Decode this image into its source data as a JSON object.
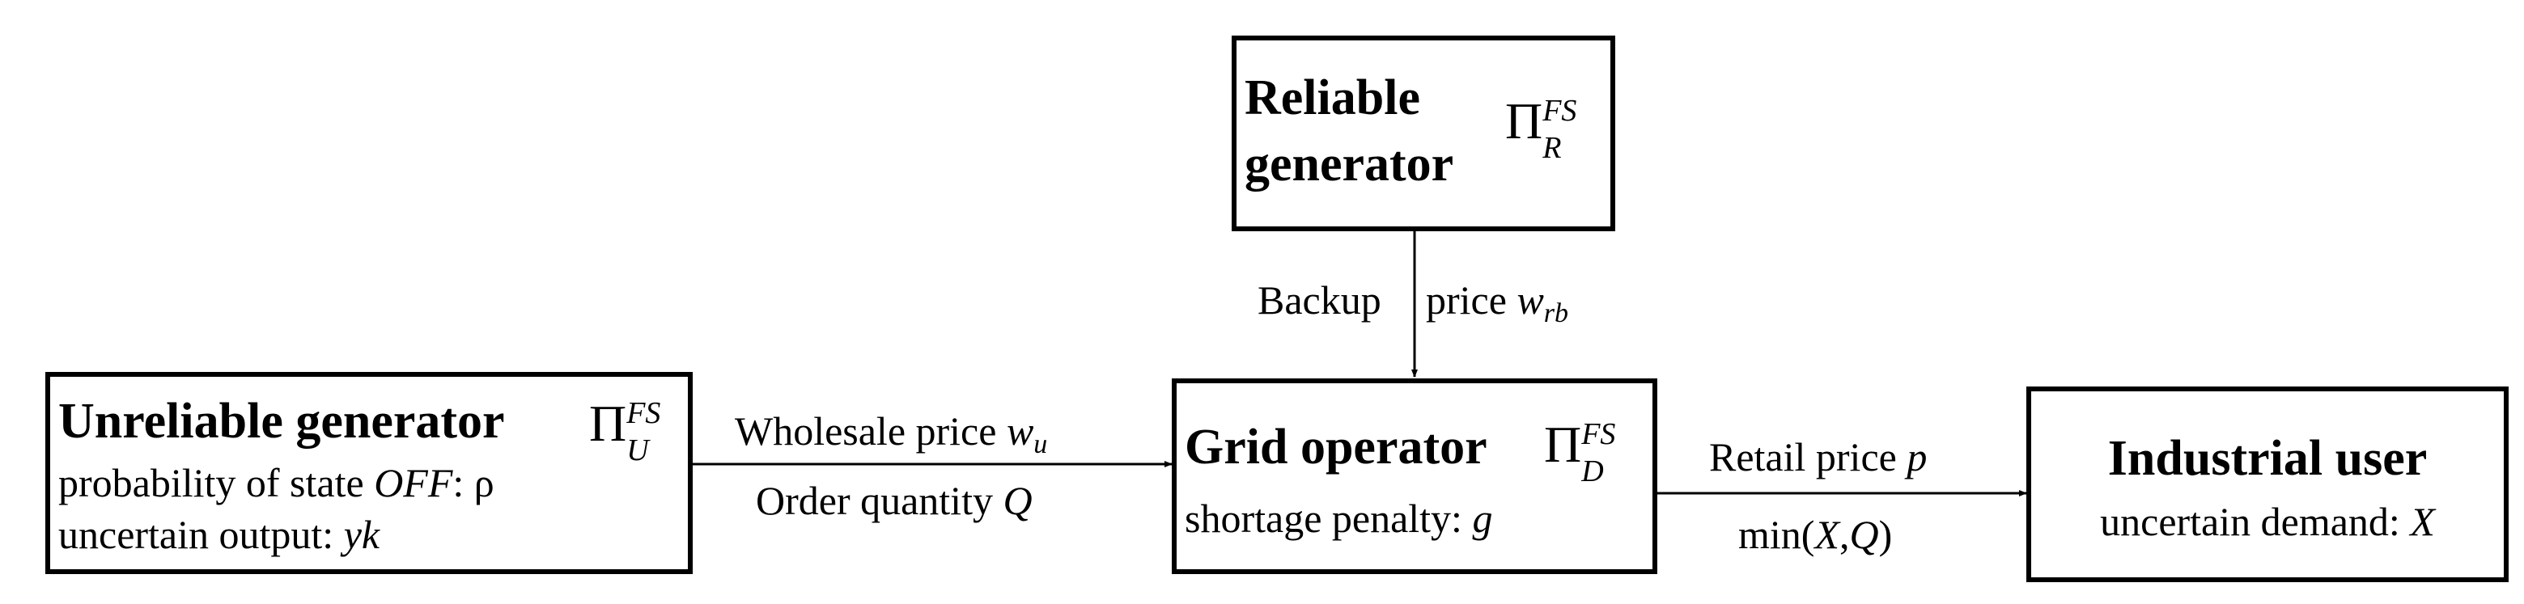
{
  "nodes": {
    "reliable_generator": {
      "title_line1": "Reliable",
      "title_line2": "generator",
      "profit_symbol": "Π",
      "profit_superscript": "FS",
      "profit_subscript": "R"
    },
    "unreliable_generator": {
      "title": "Unreliable generator",
      "profit_symbol": "Π",
      "profit_superscript": "FS",
      "profit_subscript": "U",
      "line1_prefix": "probability of state ",
      "line1_state": "OFF",
      "line1_suffix": ": ρ",
      "line2_prefix": "uncertain output: ",
      "line2_value": "yk"
    },
    "grid_operator": {
      "title": "Grid operator",
      "profit_symbol": "Π",
      "profit_superscript": "FS",
      "profit_subscript": "D",
      "line1_prefix": "shortage penalty: ",
      "line1_value": "g"
    },
    "industrial_user": {
      "title": "Industrial user",
      "line1_prefix": "uncertain demand: ",
      "line1_value": "X"
    }
  },
  "edges": {
    "reliable_to_grid": {
      "label_left": "Backup",
      "label_right_prefix": "price ",
      "label_var": "w",
      "label_var_sub": "rb"
    },
    "unreliable_to_grid": {
      "above_prefix": "Wholesale price ",
      "above_var": "w",
      "above_var_sub": "u",
      "below_prefix": "Order quantity ",
      "below_var": "Q"
    },
    "grid_to_user": {
      "above_prefix": "Retail price ",
      "above_var": "p",
      "below_fn": "min(",
      "below_a": "X",
      "below_sep": ",",
      "below_b": "Q",
      "below_close": ")"
    }
  }
}
